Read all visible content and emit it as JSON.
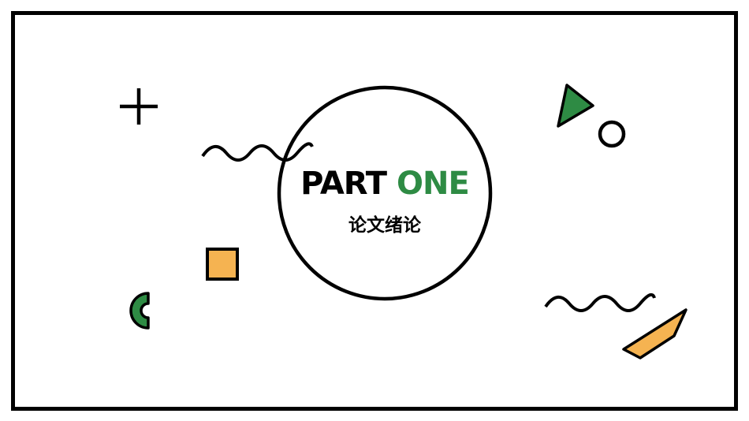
{
  "slide": {
    "title_part": "PART",
    "title_one": "ONE",
    "subtitle": "论文绪论"
  },
  "colors": {
    "accent_green": "#2E8B44",
    "accent_orange": "#F5B351",
    "outline": "#000000",
    "background": "#ffffff"
  },
  "icons": [
    "plus-icon",
    "wave-icon",
    "triangle-icon",
    "ring-icon",
    "square-icon",
    "arc-icon",
    "parallelogram-icon"
  ]
}
